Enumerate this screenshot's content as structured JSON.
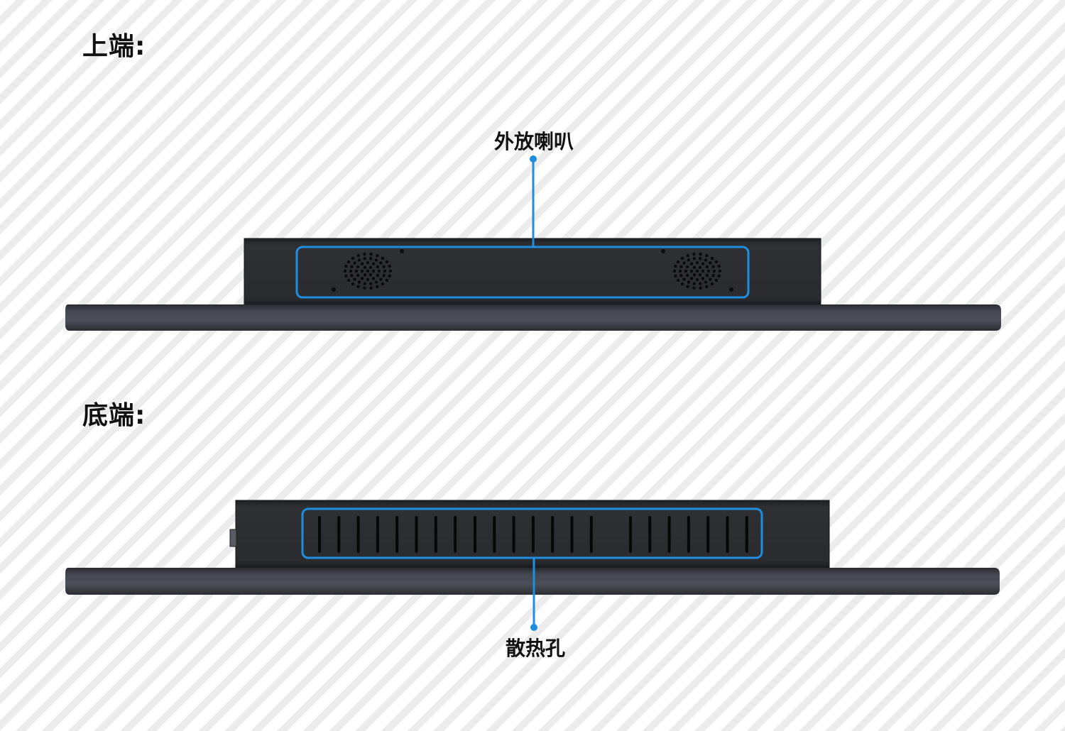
{
  "sections": {
    "top": {
      "title": "上端:",
      "callout": "外放喇叭"
    },
    "bottom": {
      "title": "底端:",
      "callout": "散热孔"
    }
  },
  "colors": {
    "highlight": "#1f8ee0",
    "device_body": "#2c2d31",
    "device_bezel": "#4a4d57"
  },
  "icons": {
    "speaker_grille": "speaker-grille-icon",
    "vent_slot": "vent-slot-icon",
    "screw": "screw-icon"
  }
}
